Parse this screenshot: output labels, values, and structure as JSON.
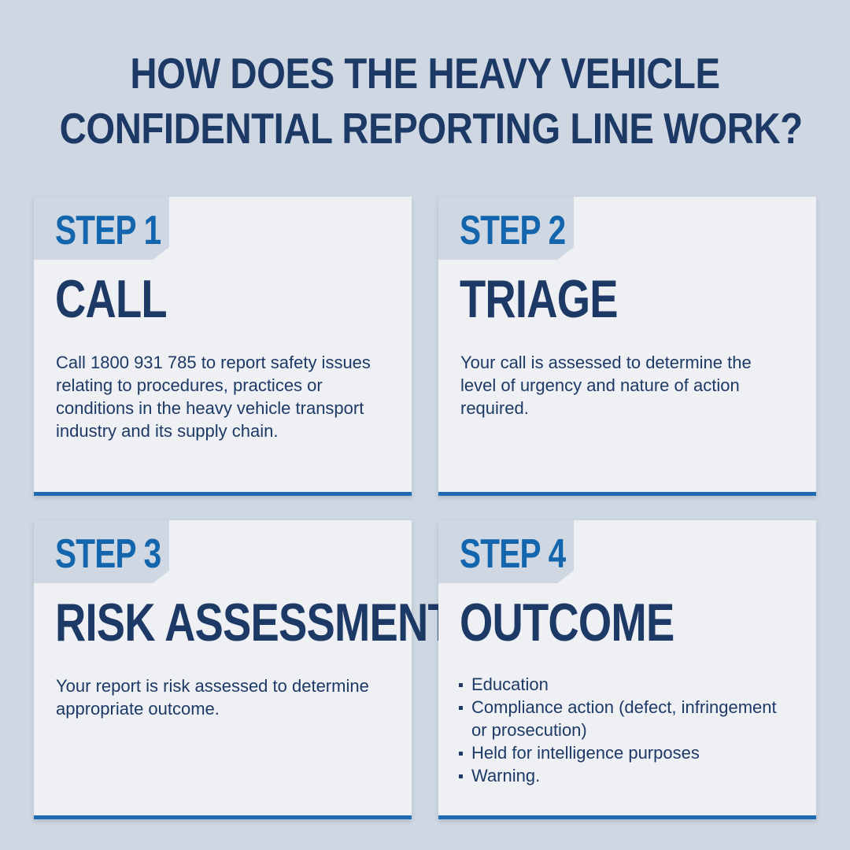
{
  "heading": {
    "line1": "HOW DOES THE HEAVY VEHICLE",
    "line2": "CONFIDENTIAL REPORTING LINE WORK?"
  },
  "steps": [
    {
      "label": "STEP 1",
      "title": "CALL",
      "body": "Call 1800 931 785 to report safety issues relating to procedures, practices or conditions in the heavy vehicle transport industry and its supply chain."
    },
    {
      "label": "STEP 2",
      "title": "TRIAGE",
      "body": "Your call is assessed to determine the level of urgency and nature of action required."
    },
    {
      "label": "STEP 3",
      "title": "RISK ASSESSMENT",
      "body": "Your report is risk assessed to determine appropriate outcome."
    },
    {
      "label": "STEP 4",
      "title": "OUTCOME",
      "bullets": [
        "Education",
        "Compliance action (defect, infringement or prosecution)",
        "Held for intelligence purposes",
        "Warning."
      ]
    }
  ],
  "colors": {
    "background": "#cfd8e2",
    "card": "#eef0f4",
    "navy": "#1d3966",
    "step_blue": "#1366ad",
    "accent_bar": "#1f6ab3"
  }
}
